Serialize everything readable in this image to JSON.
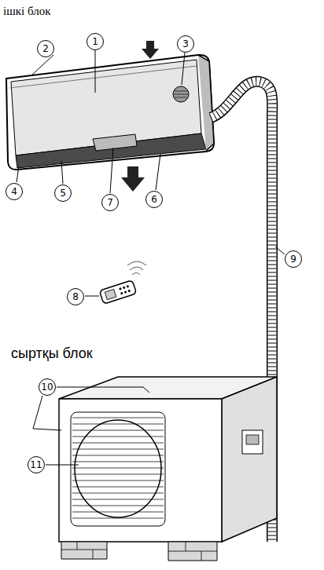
{
  "diagram": {
    "labels": [
      "ішкі блок",
      "2",
      "1",
      "3",
      "4",
      "5",
      "7",
      "6",
      "9",
      "8",
      "сыртқы блок",
      "10",
      "11"
    ]
  }
}
